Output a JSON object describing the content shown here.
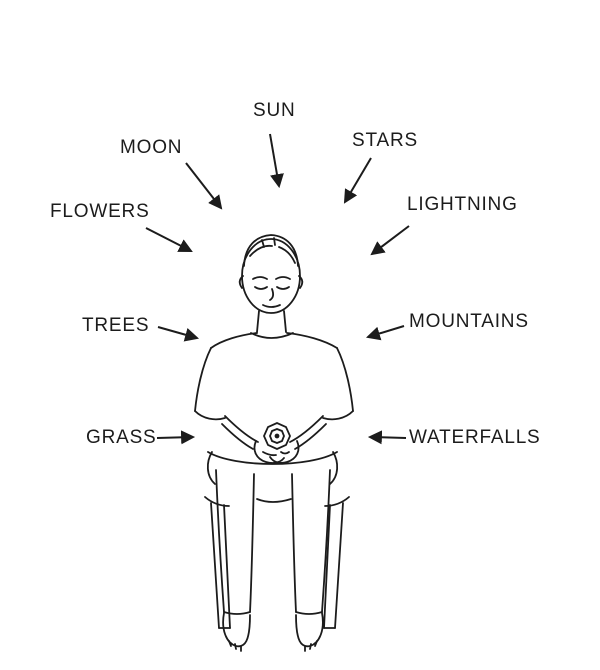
{
  "figure": {
    "subject_icon": "seated-meditating-person-icon",
    "held_item_icon": "small-flower-object-icon"
  },
  "colors": {
    "background": "#ffffff",
    "ink": "#1c1c1c"
  },
  "labels": [
    {
      "id": "sun",
      "text": "SUN"
    },
    {
      "id": "moon",
      "text": "MOON"
    },
    {
      "id": "stars",
      "text": "STARS"
    },
    {
      "id": "flowers",
      "text": "FLOWERS"
    },
    {
      "id": "lightning",
      "text": "LIGHTNING"
    },
    {
      "id": "trees",
      "text": "TREES"
    },
    {
      "id": "mountains",
      "text": "MOUNTAINS"
    },
    {
      "id": "grass",
      "text": "GRASS"
    },
    {
      "id": "waterfalls",
      "text": "WATERFALLS"
    }
  ]
}
